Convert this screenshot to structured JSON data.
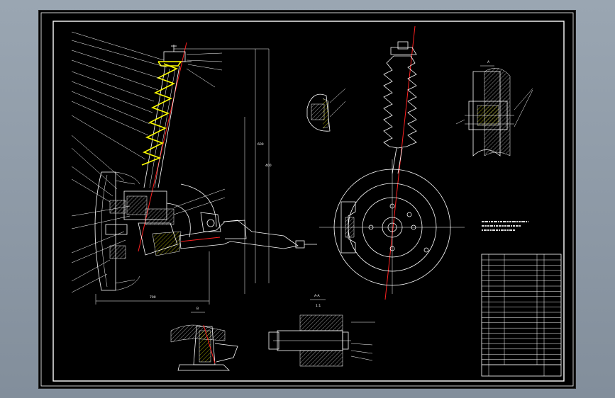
{
  "drawing": {
    "background": "#000000",
    "line_color": "#ffffff",
    "highlight_color": "#ffff00",
    "axis_color": "#ff2020",
    "views": [
      "main-assembly-view",
      "top-view-strut-and-disc",
      "detail-view-lower-arm-joint",
      "detail-view-bolt-section",
      "detail-view-upper-mount",
      "detail-view-stabilizer-link"
    ]
  }
}
